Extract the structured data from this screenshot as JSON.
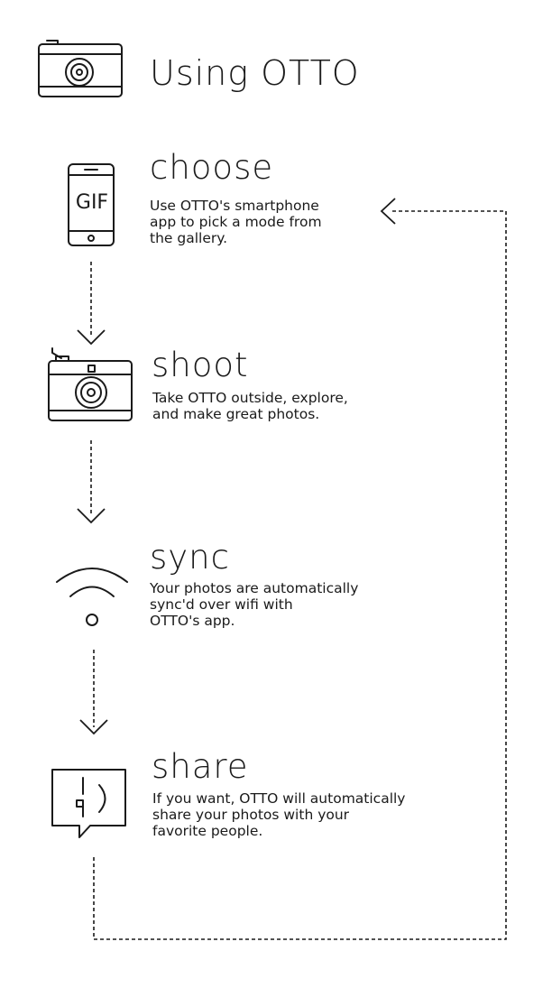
{
  "header": {
    "title": "Using OTTO",
    "icon": "camera-icon"
  },
  "steps": [
    {
      "name": "choose",
      "description": "Use OTTO's smartphone\napp to pick a mode from\nthe gallery.",
      "icon": "smartphone-icon",
      "icon_text": "GIF"
    },
    {
      "name": "shoot",
      "description": "Take OTTO outside, explore,\nand make great photos.",
      "icon": "camera-icon"
    },
    {
      "name": "sync",
      "description": "Your photos are automatically\nsync'd over wifi with\nOTTO's app.",
      "icon": "wifi-icon"
    },
    {
      "name": "share",
      "description": "If you want, OTTO will automatically\nshare your photos with your\nfavorite people.",
      "icon": "speech-bubble-icon"
    }
  ],
  "colors": {
    "ink": "#1a1a1a",
    "background": "#ffffff"
  }
}
